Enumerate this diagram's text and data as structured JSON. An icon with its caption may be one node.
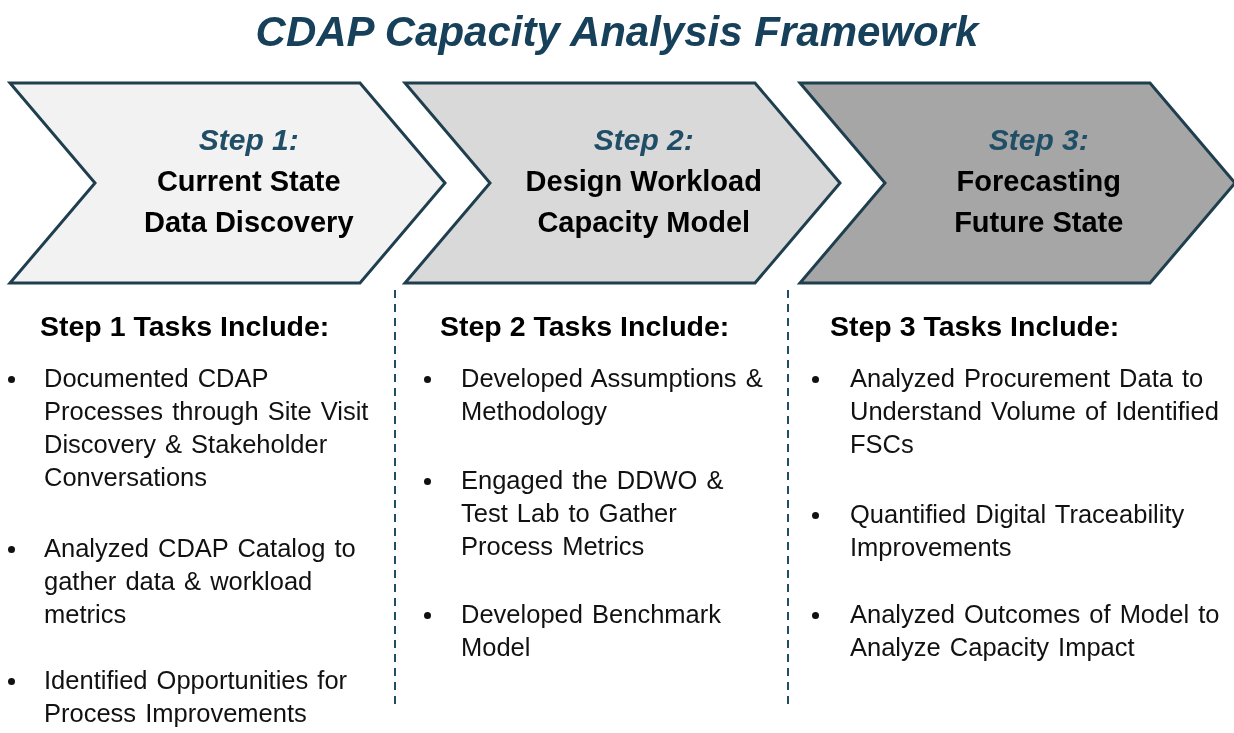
{
  "diagram": {
    "title": "CDAP Capacity Analysis Framework",
    "nodes": [
      {
        "text": [
          "Step 1:",
          "Current State Data Discovery"
        ]
      },
      {
        "text": [
          "Step 2:",
          "Design Workload Capacity Model"
        ]
      },
      {
        "text": [
          "Step 3:",
          "Forecasting Future State"
        ]
      }
    ],
    "labels": [
      "Step 1 Tasks Include:",
      "Documented CDAP Processes through Site Visit Discovery & Stakeholder Conversations",
      "Analyzed CDAP Catalog to gather data & workload metrics",
      "Identified Opportunities for Process Improvements",
      "Step 2 Tasks Include:",
      "Developed Assumptions & Methodology",
      "Engaged the DDWO & Test Lab to Gather Process Metrics",
      "Developed Benchmark Model",
      "Step 3 Tasks Include:",
      "Analyzed Procurement Data to Understand Volume of Identified FSCs",
      "Quantified Digital Traceability Improvements",
      "Analyzed Outcomes of Model to Analyze Capacity Impact"
    ]
  }
}
